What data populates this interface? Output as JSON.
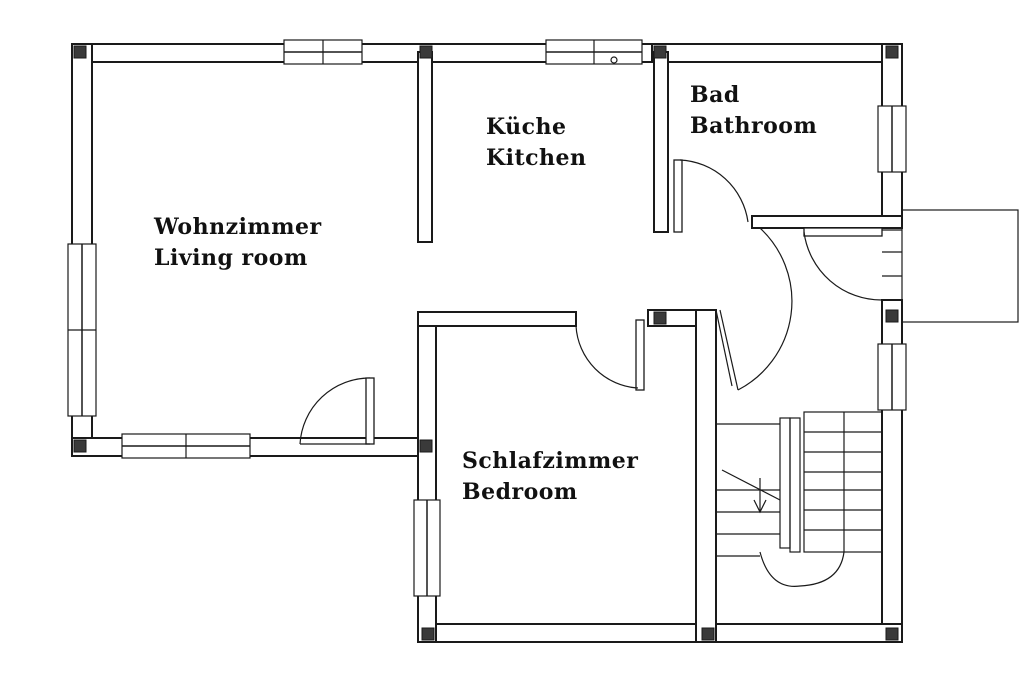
{
  "rooms": {
    "living": {
      "german": "Wohnzimmer",
      "english": "Living room"
    },
    "kitchen": {
      "german": "Küche",
      "english": "Kitchen"
    },
    "bath": {
      "german": "Bad",
      "english": "Bathroom"
    },
    "bedroom": {
      "german": "Schlafzimmer",
      "english": "Bedroom"
    }
  },
  "colors": {
    "ink": "#1a1a1a",
    "paper": "#ffffff"
  }
}
